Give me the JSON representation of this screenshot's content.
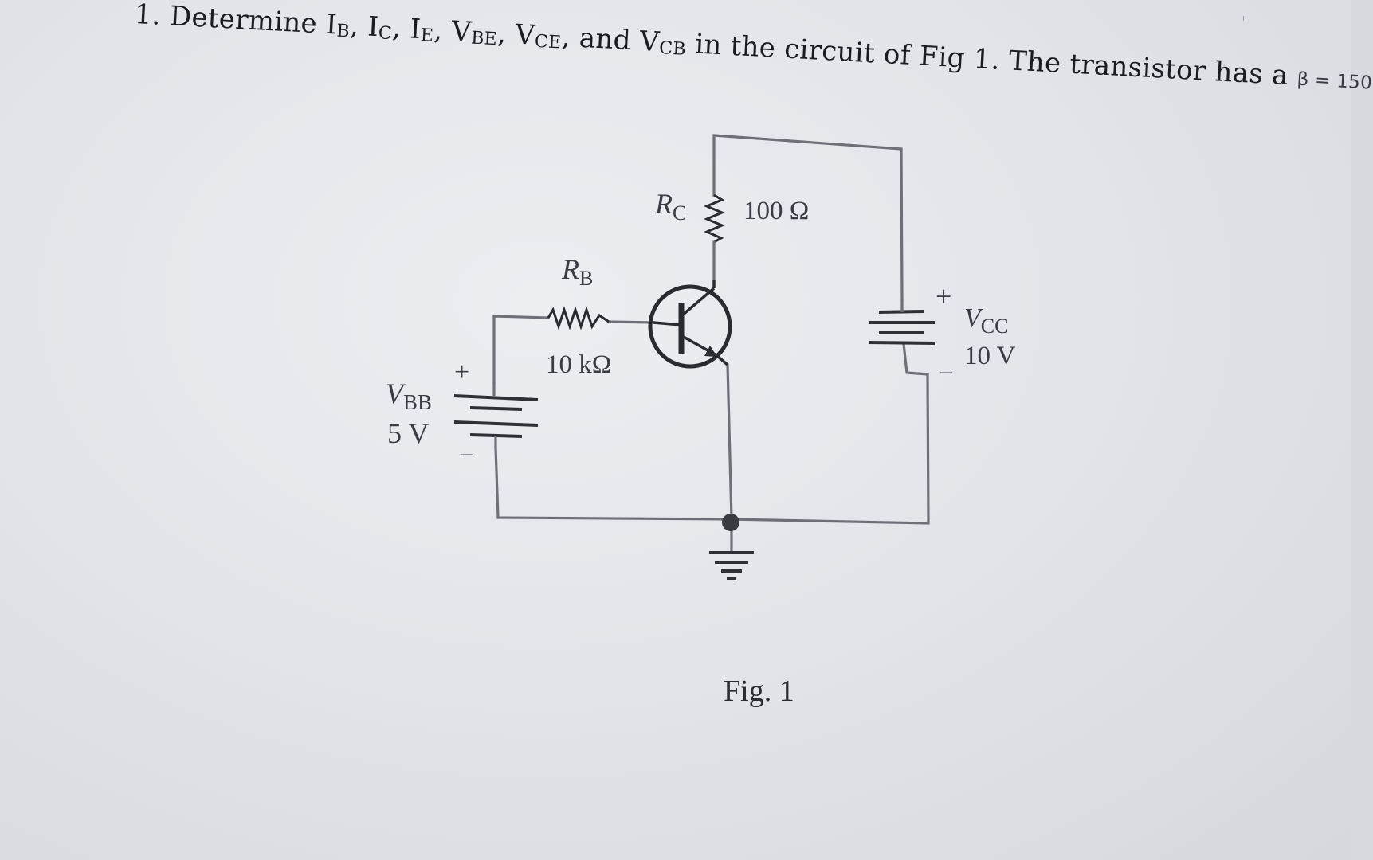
{
  "question": {
    "number": "1.",
    "verb": "Determine",
    "quantities": [
      {
        "main": "I",
        "sub": "B"
      },
      {
        "main": "I",
        "sub": "C"
      },
      {
        "main": "I",
        "sub": "E"
      },
      {
        "main": "V",
        "sub": "BE"
      },
      {
        "main": "V",
        "sub": "CE"
      },
      {
        "main": "V",
        "sub": "CB"
      }
    ],
    "sep1": ", ",
    "sep2": ", ",
    "sep3": ", ",
    "sep4": ", ",
    "sep5": ", and ",
    "middle": " in the circuit of Fig 1. The transistor has a ",
    "beta": "β = 150"
  },
  "circuit": {
    "vbb": {
      "name": "V",
      "name_sub": "BB",
      "value": "5 V",
      "plus": "+",
      "minus": "–"
    },
    "rb": {
      "name": "R",
      "name_sub": "B",
      "value": "10 kΩ"
    },
    "rc": {
      "name": "R",
      "name_sub": "C",
      "value": "100 Ω"
    },
    "vcc": {
      "name": "V",
      "name_sub": "CC",
      "value": "10 V",
      "plus": "+",
      "minus": "–"
    }
  },
  "figure_caption": "Fig. 1"
}
